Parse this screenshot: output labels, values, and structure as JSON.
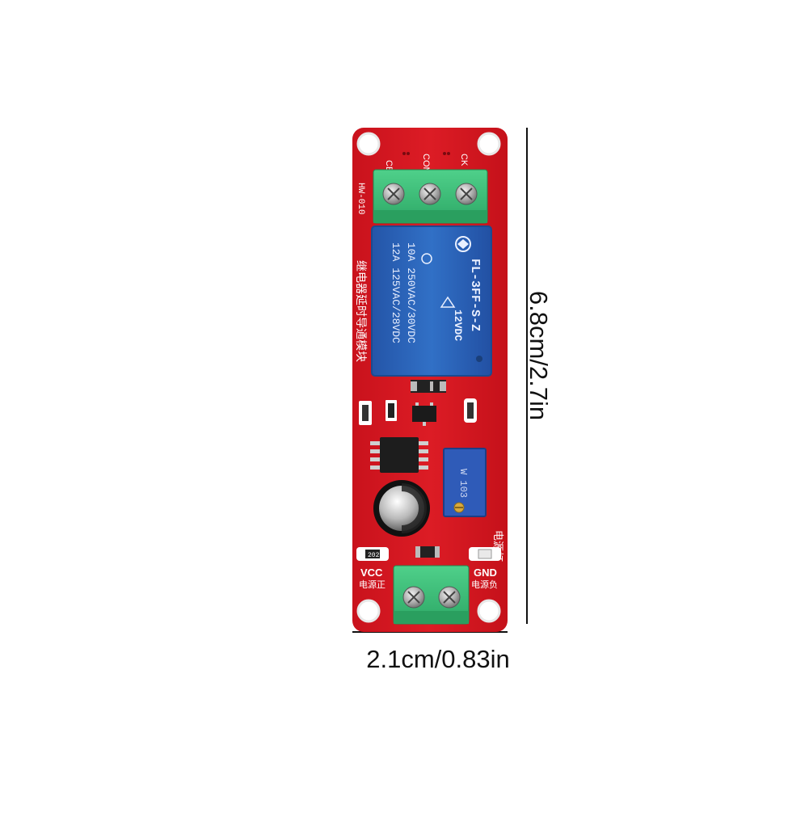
{
  "dimensions": {
    "width_label": "2.1cm/0.83in",
    "height_label": "6.8cm/2.7in"
  },
  "board": {
    "model": "HW-010",
    "title_cn": "继电器延时导通模块",
    "terminal_top_labels": [
      "CB",
      "COM",
      "CK"
    ],
    "power_led_label": "电源灯",
    "vcc_label": "VCC",
    "vcc_cn": "电源正",
    "gnd_label": "GND",
    "gnd_cn": "电源负",
    "resistor_code": "202",
    "board_color": "#d2161f"
  },
  "relay": {
    "brand": "FL-3FF-S-Z",
    "coil": "12VDC",
    "rating_line1": "10A 250VAC/30VDC",
    "rating_line2": "12A 125VAC/28VDC",
    "color": "#2a63b6"
  },
  "potentiometer": {
    "marking": "W 103",
    "color": "#2f5bb8"
  },
  "terminal_color": "#3fc07a"
}
